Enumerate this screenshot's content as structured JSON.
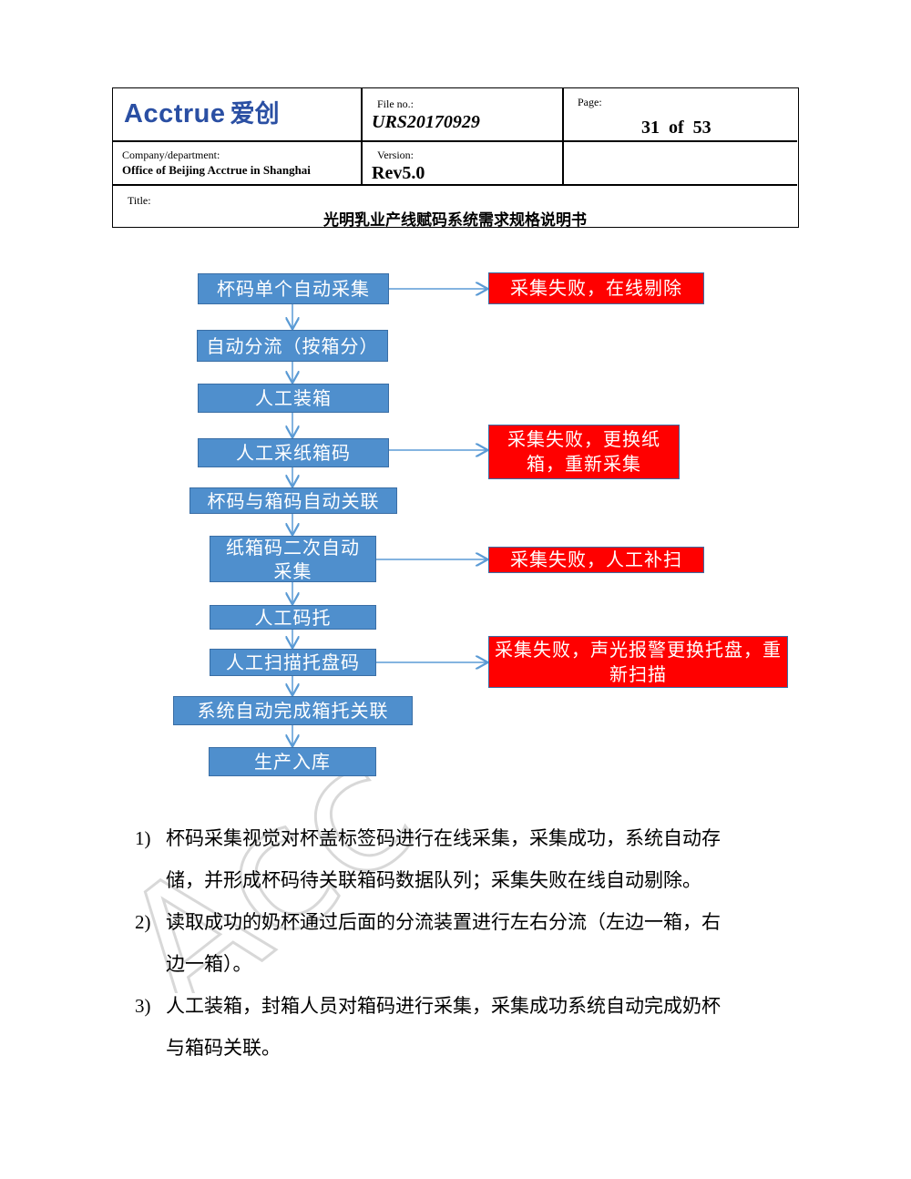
{
  "header": {
    "logo_en": "Acctrue",
    "logo_cn": "爱创",
    "file_no_label": "File  no.:",
    "file_no": "URS20170929",
    "page_label": "Page:",
    "page_value": "31  of  53",
    "company_label": "Company/department:",
    "company": "Office of Beijing Acctrue in Shanghai",
    "version_label": "Version:",
    "version": "Rev5.0",
    "title_label": "Title:",
    "title": "光明乳业产线赋码系统需求规格说明书"
  },
  "flow": {
    "steps": [
      "杯码单个自动采集",
      "自动分流（按箱分）",
      "人工装箱",
      "人工采纸箱码",
      "杯码与箱码自动关联",
      "纸箱码二次自动采集",
      "人工码托",
      "人工扫描托盘码",
      "系统自动完成箱托关联",
      "生产入库"
    ],
    "failures": [
      "采集失败，在线剔除",
      "采集失败，更换纸箱，重新采集",
      "采集失败，人工补扫",
      "采集失败，声光报警更换托盘，重新扫描"
    ]
  },
  "items": [
    {
      "num": "1)",
      "lines": [
        "杯码采集视觉对杯盖标签码进行在线采集，采集成功，系统自动存",
        "储，并形成杯码待关联箱码数据队列；采集失败在线自动剔除。"
      ]
    },
    {
      "num": "2)",
      "lines": [
        "读取成功的奶杯通过后面的分流装置进行左右分流（左边一箱，右",
        "边一箱）。"
      ]
    },
    {
      "num": "3)",
      "lines": [
        "人工装箱，封箱人员对箱码进行采集，采集成功系统自动完成奶杯",
        "与箱码关联。"
      ]
    }
  ],
  "watermark": "Acc"
}
